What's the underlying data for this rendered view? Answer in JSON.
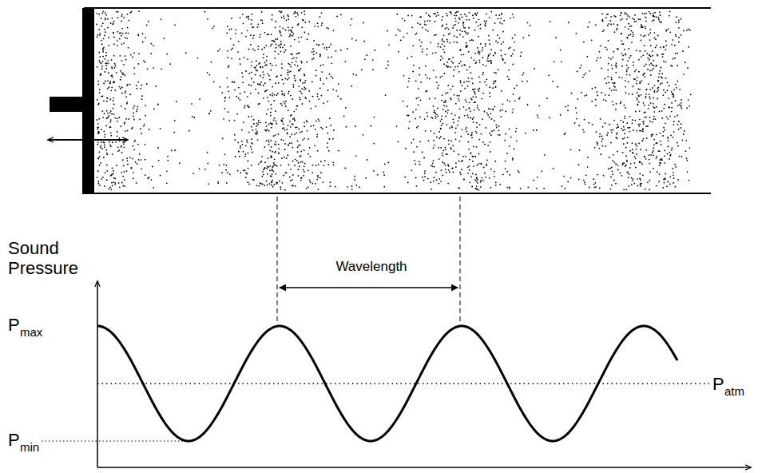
{
  "diagram": {
    "labels": [
      "Sound Pressure",
      "Wavelength",
      "P",
      "max",
      "P",
      "min",
      "P",
      "atm"
    ]
  }
}
